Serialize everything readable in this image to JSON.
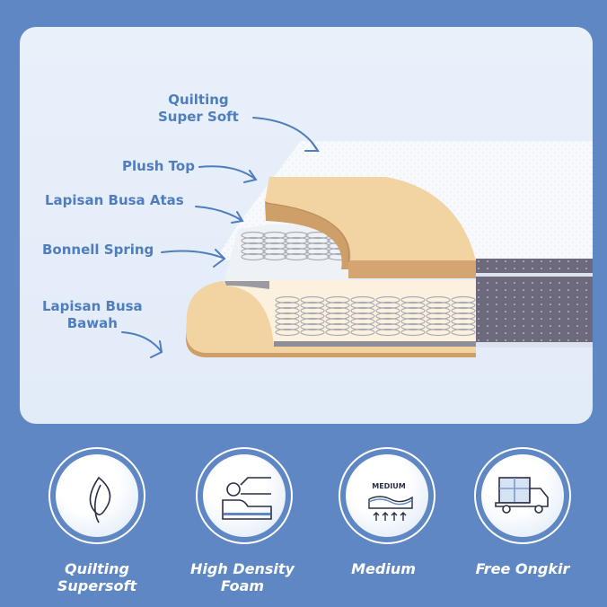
{
  "diagram": {
    "layers": [
      {
        "label_line1": "Quilting",
        "label_line2": "Super Soft"
      },
      {
        "label_line1": "Plush Top"
      },
      {
        "label_line1": "Lapisan Busa Atas"
      },
      {
        "label_line1": "Bonnell Spring"
      },
      {
        "label_line1": "Lapisan Busa",
        "label_line2": "Bawah"
      }
    ]
  },
  "features": [
    {
      "icon": "leaf-icon",
      "caption_line1": "Quilting",
      "caption_line2": "Supersoft"
    },
    {
      "icon": "person-on-foam-icon",
      "caption_line1": "High Density",
      "caption_line2": "Foam"
    },
    {
      "icon": "medium-firmness-icon",
      "icon_text": "MEDIUM",
      "caption_line1": "Medium"
    },
    {
      "icon": "delivery-truck-icon",
      "caption_line1": "Free Ongkir"
    }
  ],
  "colors": {
    "background": "#5f87c4",
    "panel": "#e6eef9",
    "label": "#4f7dbd",
    "foam": "#f2d3a2",
    "foam_dark": "#cf9f69",
    "side_fabric": "#6f6c7e"
  }
}
